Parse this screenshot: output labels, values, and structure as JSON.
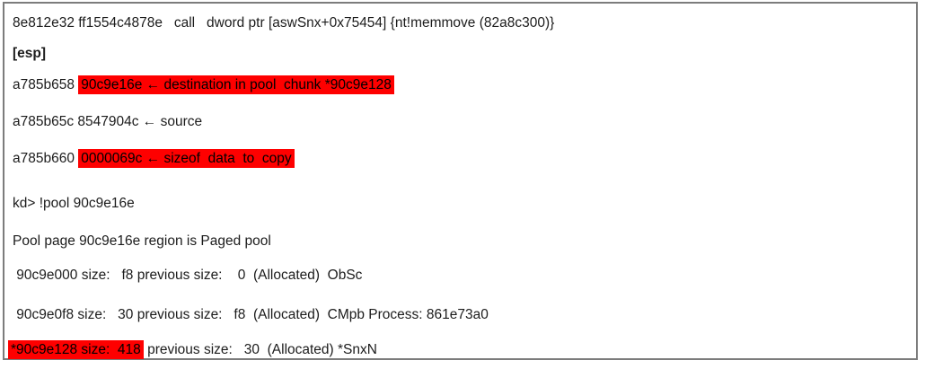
{
  "colors": {
    "highlight_red": "#fe0000",
    "text": "#1c1c1c",
    "border_gray": "#7c7c7c",
    "background": "#ffffff"
  },
  "lines": [
    {
      "pre": "8e812e32 ff1554c4878e   call   dword ptr [aswSnx+0x75454] {nt!memmove (82a8c300)}"
    },
    {
      "pre": "[esp]"
    },
    {
      "pre": "a785b658 ",
      "hl": "90c9e16e ← destination in pool  chunk *90c9e128"
    },
    {
      "pre": "a785b65c 8547904c ← source"
    },
    {
      "pre": "a785b660 ",
      "hl": "0000069c ← sizeof  data  to  copy"
    },
    {
      "pre": "kd> !pool 90c9e16e"
    },
    {
      "pre": "Pool page 90c9e16e region is Paged pool"
    },
    {
      "pre": " 90c9e000 size:   f8 previous size:    0  (Allocated)  ObS",
      "post": "c"
    },
    {
      "pre": " 90c9e0f8 size:   30 previous size:   f8  (Allocated)  CMpb Process: 861e73a0"
    },
    {
      "hl": "*90c9e128 size:  418",
      "post": " previous size:   30  (Allocated) *SnxN"
    }
  ]
}
